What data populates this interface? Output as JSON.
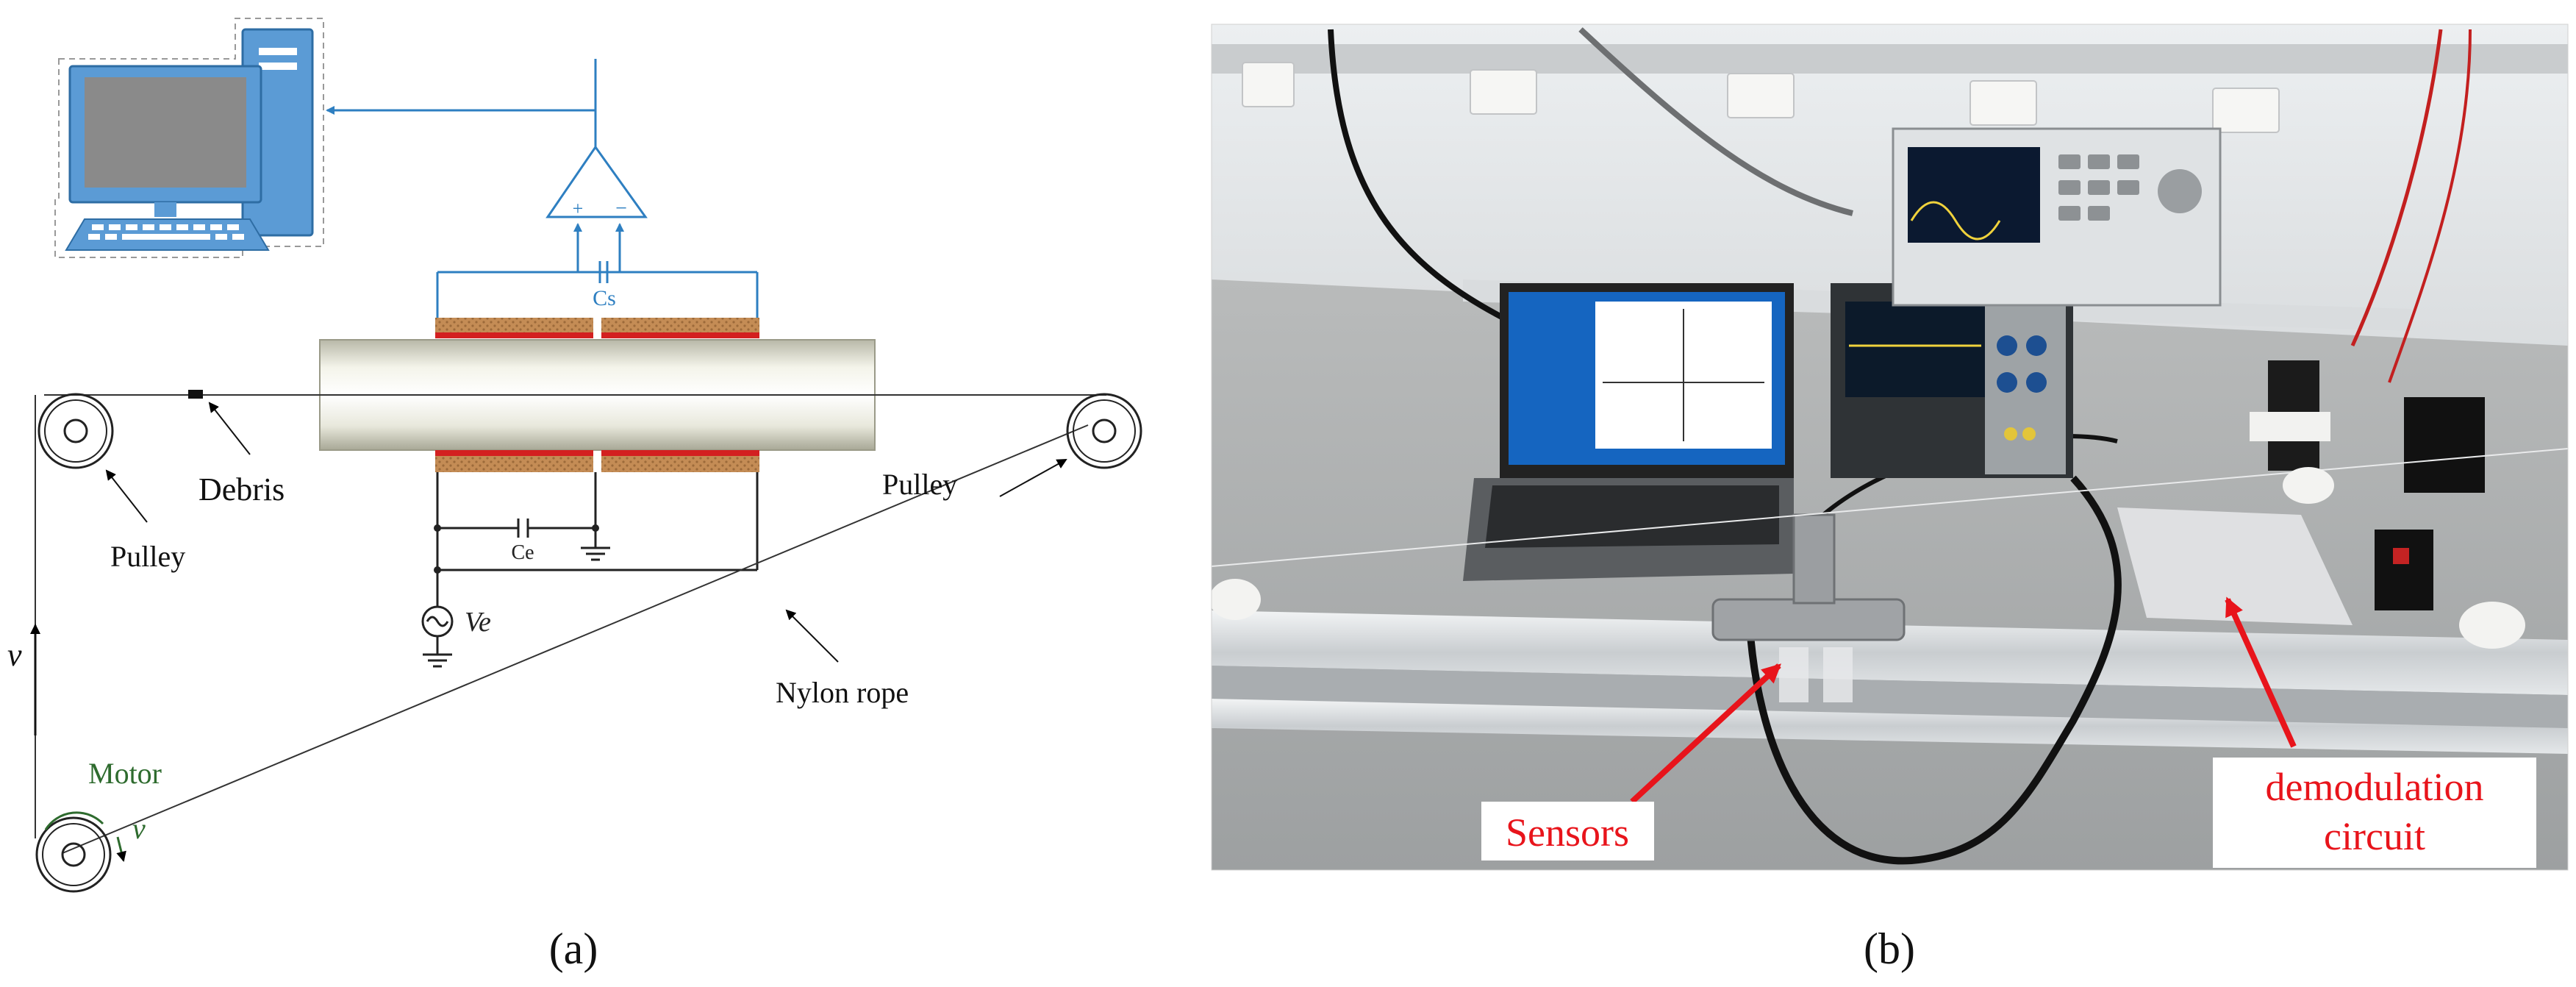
{
  "panel_a": {
    "labels": {
      "cs": "Cs",
      "ce": "Ce",
      "ve": "Ve",
      "debris": "Debris",
      "pulley_left": "Pulley",
      "pulley_right": "Pulley",
      "nylon_rope": "Nylon rope",
      "motor": "Motor",
      "v_axis": "v",
      "v_motor": "v",
      "amp_plus": "+",
      "amp_minus": "−"
    },
    "caption": "(a)"
  },
  "panel_b": {
    "labels": {
      "sensors": "Sensors",
      "demodulation_line1": "demodulation",
      "demodulation_line2": "circuit"
    },
    "caption": "(b)"
  },
  "colors": {
    "circuit_blue": "#2e7fc1",
    "pc_fill": "#5b9bd5",
    "electrode_red": "#d32020",
    "electrode_tan": "#b57f4a",
    "motor_green": "#2e6b2e",
    "annotation_red": "#e8141b"
  }
}
